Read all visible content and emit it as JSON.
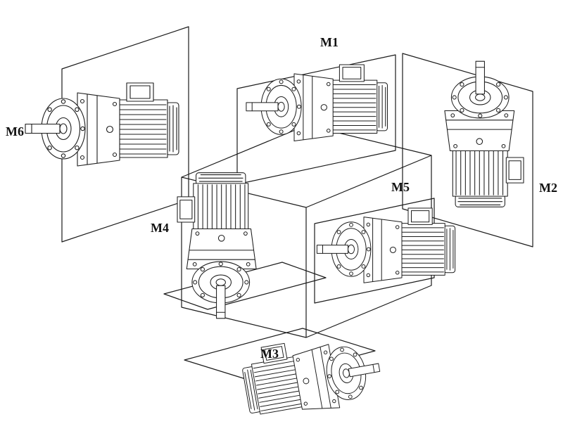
{
  "diagram": {
    "colors": {
      "background": "#ffffff",
      "line": "#1c1c1c",
      "label_text": "#111111"
    },
    "labels": {
      "m1": "M1",
      "m2": "M2",
      "m3": "M3",
      "m4": "M4",
      "m5": "M5",
      "m6": "M6"
    }
  }
}
